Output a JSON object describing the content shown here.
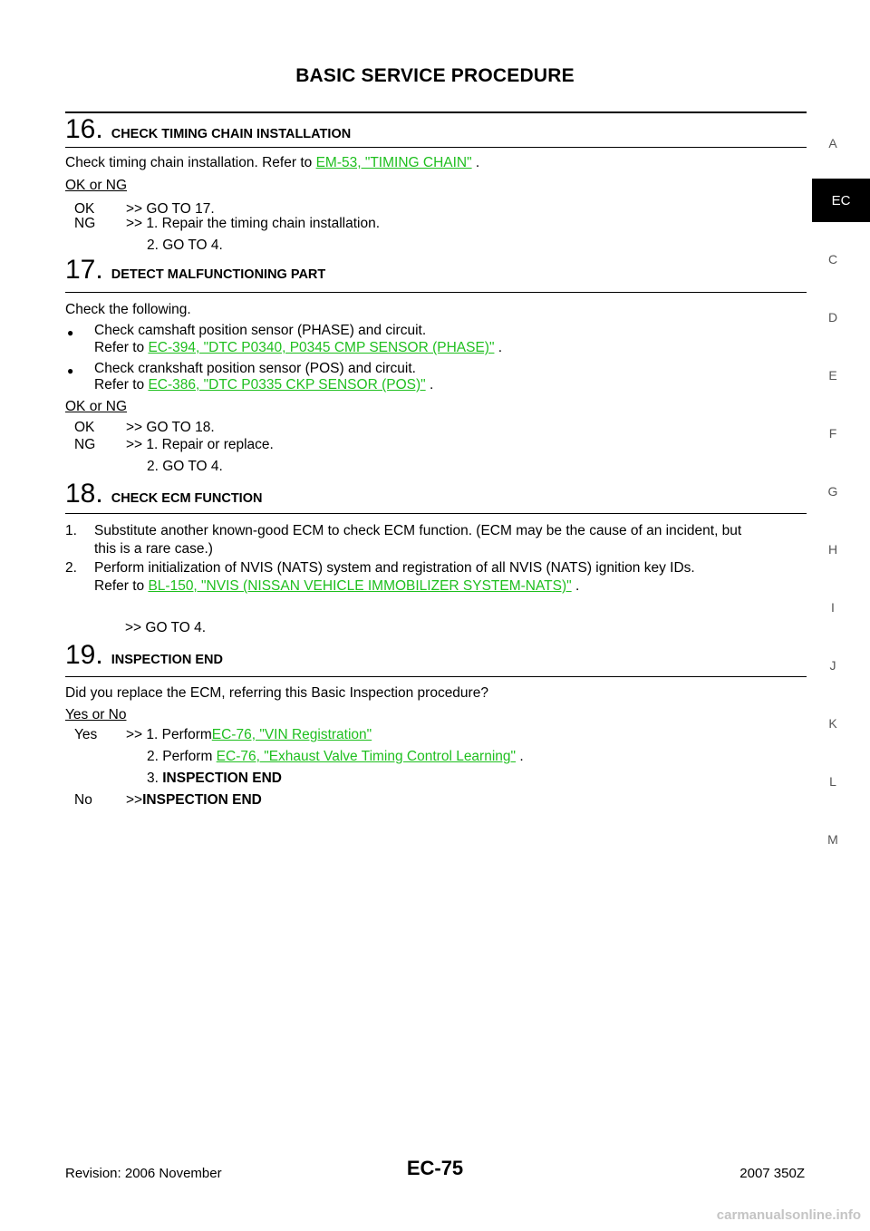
{
  "header": {
    "title": "BASIC SERVICE PROCEDURE"
  },
  "side_index": {
    "letters": [
      "A",
      "C",
      "D",
      "E",
      "F",
      "G",
      "H",
      "I",
      "J",
      "K",
      "L",
      "M"
    ],
    "active_tab": "EC"
  },
  "steps": {
    "s16": {
      "number": "16.",
      "title": "CHECK TIMING CHAIN INSTALLATION",
      "text_prefix": "Check timing chain installation. Refer to ",
      "link": "EM-53, \"TIMING CHAIN\"",
      "text_suffix": " .",
      "question": "OK or NG",
      "ok_label": "OK",
      "ok_text": ">> GO TO 17.",
      "ng_label": "NG",
      "ng_text": ">> 1. Repair the timing chain installation.",
      "ng_sub": "2. GO TO 4."
    },
    "s17": {
      "number": "17.",
      "title": "DETECT MALFUNCTIONING PART",
      "intro": "Check the following.",
      "bullet1_line1": "Check camshaft position sensor (PHASE) and circuit.",
      "bullet1_prefix": "Refer to ",
      "bullet1_link": "EC-394, \"DTC P0340, P0345 CMP SENSOR (PHASE)\"",
      "bullet1_suffix": " .",
      "bullet2_line1": "Check crankshaft position sensor (POS) and circuit.",
      "bullet2_prefix": "Refer to ",
      "bullet2_link": "EC-386, \"DTC P0335 CKP SENSOR (POS)\"",
      "bullet2_suffix": " .",
      "question": "OK or NG",
      "ok_label": "OK",
      "ok_text": ">> GO TO 18.",
      "ng_label": "NG",
      "ng_text": ">> 1. Repair or replace.",
      "ng_sub": "2. GO TO 4."
    },
    "s18": {
      "number": "18.",
      "title": "CHECK ECM FUNCTION",
      "item1_num": "1.",
      "item1_line1": "Substitute another known-good ECM to check ECM function. (ECM may be the cause of an incident, but",
      "item1_line2": "this is a rare case.)",
      "item2_num": "2.",
      "item2_line1": "Perform initialization of NVIS (NATS) system and registration of all NVIS (NATS) ignition key IDs.",
      "item2_prefix": "Refer to ",
      "item2_link": "BL-150, \"NVIS (NISSAN VEHICLE IMMOBILIZER SYSTEM-NATS)\"",
      "item2_suffix": " .",
      "result": ">> GO TO 4."
    },
    "s19": {
      "number": "19.",
      "title": "INSPECTION END",
      "intro": "Did you replace the ECM, referring this Basic Inspection procedure?",
      "question": "Yes or No",
      "yes_label": "Yes",
      "yes_prefix": ">> 1. Perform ",
      "yes_link": "EC-76, \"VIN Registration\"",
      "yes2_prefix": "2. Perform ",
      "yes2_link": "EC-76, \"Exhaust Valve Timing Control Learning\"",
      "yes2_suffix": " .",
      "yes3_num": "3. ",
      "yes3_text": "INSPECTION END",
      "no_label": "No",
      "no_prefix": ">> ",
      "no_text": "INSPECTION END"
    }
  },
  "footer": {
    "revision": "Revision: 2006 November",
    "page": "EC-75",
    "model": "2007 350Z",
    "watermark": "carmanualsonline.info"
  }
}
